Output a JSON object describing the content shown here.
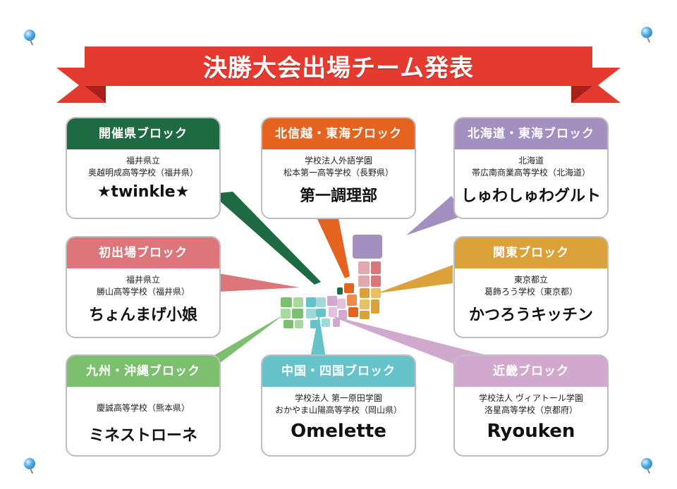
{
  "title": "決勝大会出場チーム発表",
  "colors": {
    "banner": "#e53a2f",
    "banner_dark": "#a8201a",
    "host": "#1d6a43",
    "hokushinetsu_tokai": "#e4641f",
    "hokkaido_tohoku": "#a38fc0",
    "first_time": "#dc767a",
    "kanto": "#dba23b",
    "kyushu_okinawa": "#7cbf6e",
    "chugoku_shikoku": "#66c3c9",
    "kinki": "#d1a9cf"
  },
  "blocks": [
    {
      "id": "host",
      "header": "開催県ブロック",
      "school_line1": "福井県立",
      "school_line2": "奥越明成高等学校（福井県）",
      "team": "★twinkle★"
    },
    {
      "id": "hokushinetsu_tokai",
      "header": "北信越・東海ブロック",
      "school_line1": "学校法人外語学園",
      "school_line2": "松本第一高等学校（長野県）",
      "team": "第一調理部"
    },
    {
      "id": "hokkaido_tohoku",
      "header": "北海道・東海ブロック",
      "school_line1": "北海道",
      "school_line2": "帯広南商業高等学校（北海道）",
      "team": "しゅわしゅわグルト"
    },
    {
      "id": "first_time",
      "header": "初出場ブロック",
      "school_line1": "福井県立",
      "school_line2": "勝山高等学校（福井県）",
      "team": "ちょんまげ小娘"
    },
    {
      "id": "kanto",
      "header": "関東ブロック",
      "school_line1": "東京都立",
      "school_line2": "葛飾ろう学校（東京都）",
      "team": "かつろうキッチン"
    },
    {
      "id": "kyushu_okinawa",
      "header": "九州・沖縄ブロック",
      "school_line1": "慶誠高等学校（熊本県）",
      "school_line2": "",
      "team": "ミネストローネ"
    },
    {
      "id": "chugoku_shikoku",
      "header": "中国・四国ブロック",
      "school_line1": "学校法人 第一原田学園",
      "school_line2": "おかやま山陽高等学校（岡山県）",
      "team": "Omelette"
    },
    {
      "id": "kinki",
      "header": "近畿ブロック",
      "school_line1": "学校法人 ヴィアトール学園",
      "school_line2": "洛星高等学校（京都府）",
      "team": "Ryouken"
    }
  ]
}
